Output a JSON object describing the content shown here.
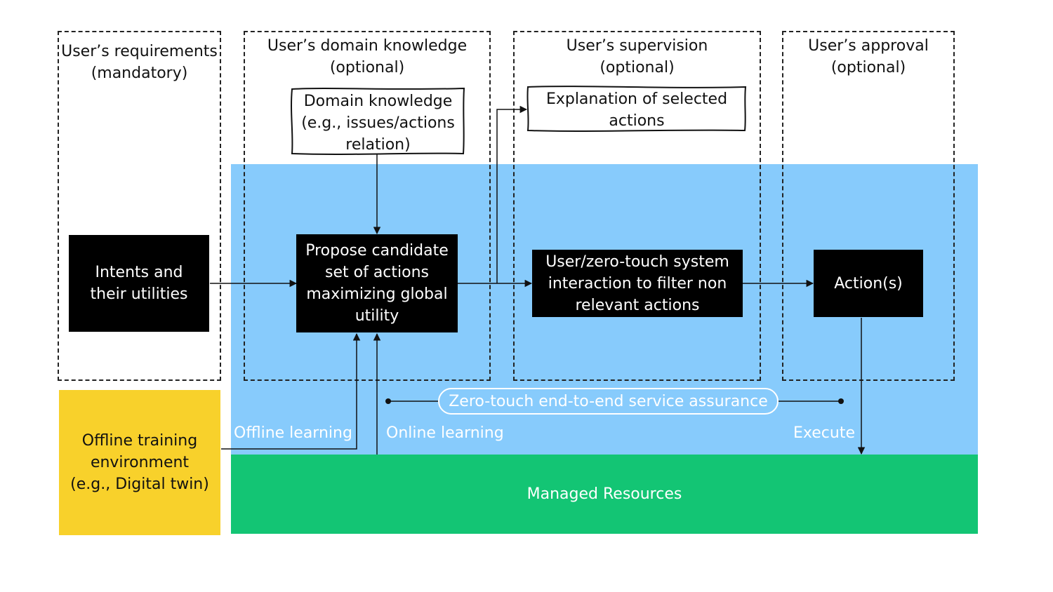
{
  "columns": {
    "requirements": "User’s requirements\n(mandatory)",
    "domain": "User’s domain knowledge\n(optional)",
    "supervision": "User’s supervision\n(optional)",
    "approval": "User’s approval\n(optional)"
  },
  "notes": {
    "domain_knowledge": "Domain knowledge\n(e.g., issues/actions\nrelation)",
    "explanation": "Explanation of selected\nactions"
  },
  "boxes": {
    "intents": "Intents and\ntheir utilities",
    "propose": "Propose candidate\nset of actions\nmaximizing global\nutility",
    "filter": "User/zero-touch system\ninteraction to filter non\nrelevant actions",
    "actions": "Action(s)"
  },
  "zones": {
    "offline_env": "Offline training\nenvironment\n(e.g., Digital twin)",
    "managed_resources": "Managed Resources",
    "assurance": "Zero-touch end-to-end service assurance"
  },
  "labels": {
    "offline_learning": "Offline learning",
    "online_learning": "Online learning",
    "execute": "Execute"
  },
  "colors": {
    "blue_zone": "#87cbfc",
    "green_zone": "#13c574",
    "yellow_zone": "#f8d12b",
    "boxes": "#000000"
  }
}
